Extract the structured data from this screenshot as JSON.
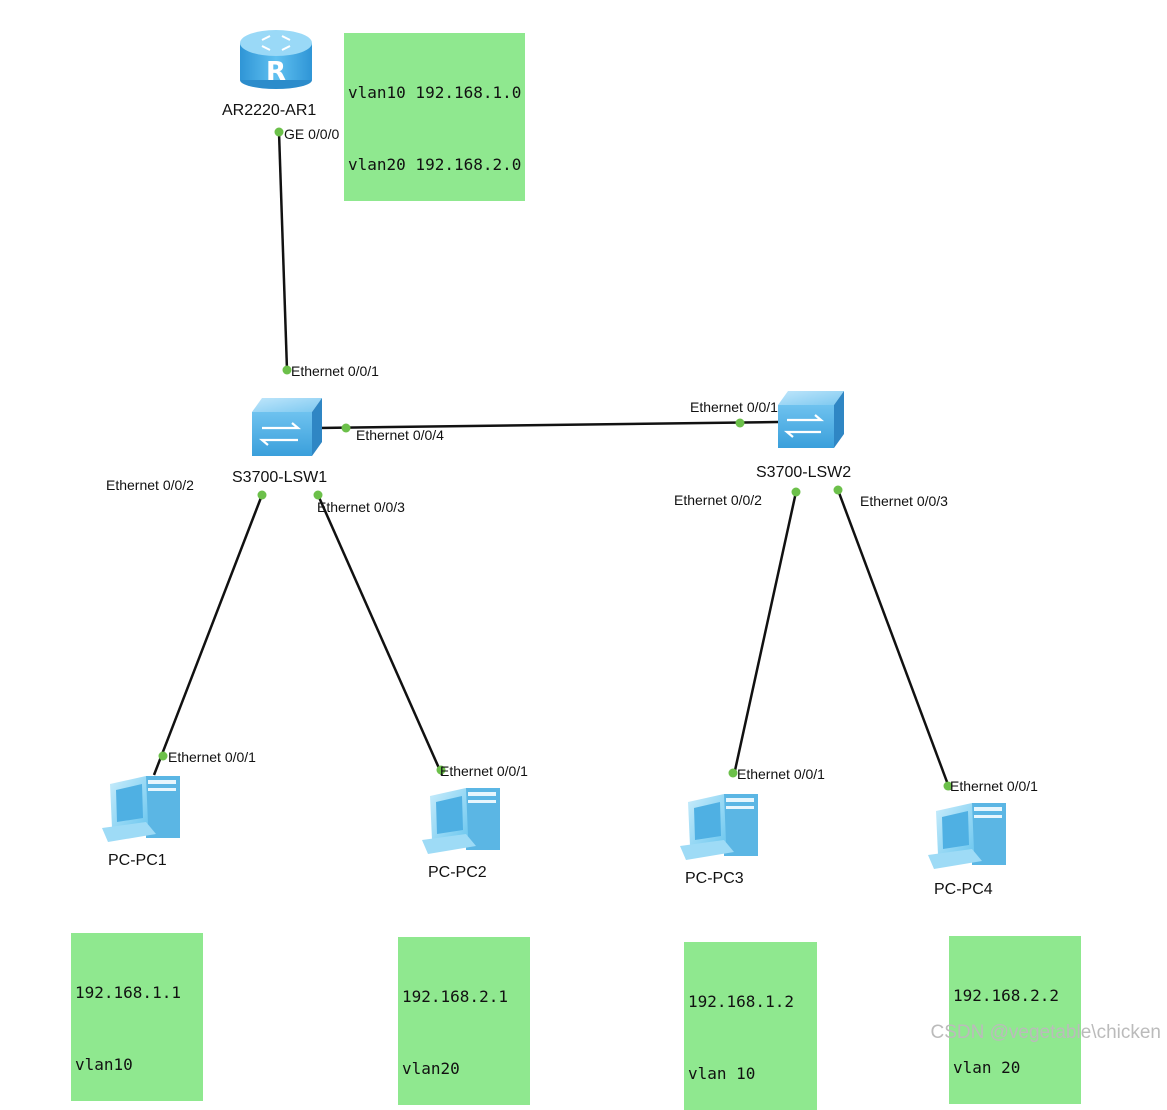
{
  "diagram": {
    "devices": {
      "router": {
        "label": "AR2220-AR1",
        "icon": "router-icon"
      },
      "lsw1": {
        "label": "S3700-LSW1",
        "icon": "switch-icon"
      },
      "lsw2": {
        "label": "S3700-LSW2",
        "icon": "switch-icon"
      },
      "pc1": {
        "label": "PC-PC1",
        "icon": "pc-icon"
      },
      "pc2": {
        "label": "PC-PC2",
        "icon": "pc-icon"
      },
      "pc3": {
        "label": "PC-PC3",
        "icon": "pc-icon"
      },
      "pc4": {
        "label": "PC-PC4",
        "icon": "pc-icon"
      }
    },
    "ports": {
      "router_ge000": "GE 0/0/0",
      "lsw1_e001": "Ethernet 0/0/1",
      "lsw1_e004": "Ethernet 0/0/4",
      "lsw1_e002": "Ethernet 0/0/2",
      "lsw1_e003": "Ethernet 0/0/3",
      "lsw2_e001": "Ethernet 0/0/1",
      "lsw2_e002": "Ethernet 0/0/2",
      "lsw2_e003": "Ethernet 0/0/3",
      "pc1_e001": "Ethernet 0/0/1",
      "pc2_e001": "Ethernet 0/0/1",
      "pc3_e001": "Ethernet 0/0/1",
      "pc4_e001": "Ethernet 0/0/1"
    },
    "notes": {
      "router": [
        "vlan10 192.168.1.0",
        "vlan20 192.168.2.0"
      ],
      "pc1": [
        "192.168.1.1",
        "vlan10"
      ],
      "pc2": [
        "192.168.2.1",
        "vlan20"
      ],
      "pc3": [
        "192.168.1.2",
        "vlan 10"
      ],
      "pc4": [
        "192.168.2.2",
        "vlan 20"
      ]
    },
    "watermark": "CSDN @vegetable\\chicken",
    "colors": {
      "note_bg": "#8fe88f",
      "port_dot": "#6cc04a",
      "link": "#111111",
      "router_blue": "#39a6e0",
      "switch_blue": "#5cb8ea",
      "pc_blue": "#7dd0f2"
    }
  }
}
